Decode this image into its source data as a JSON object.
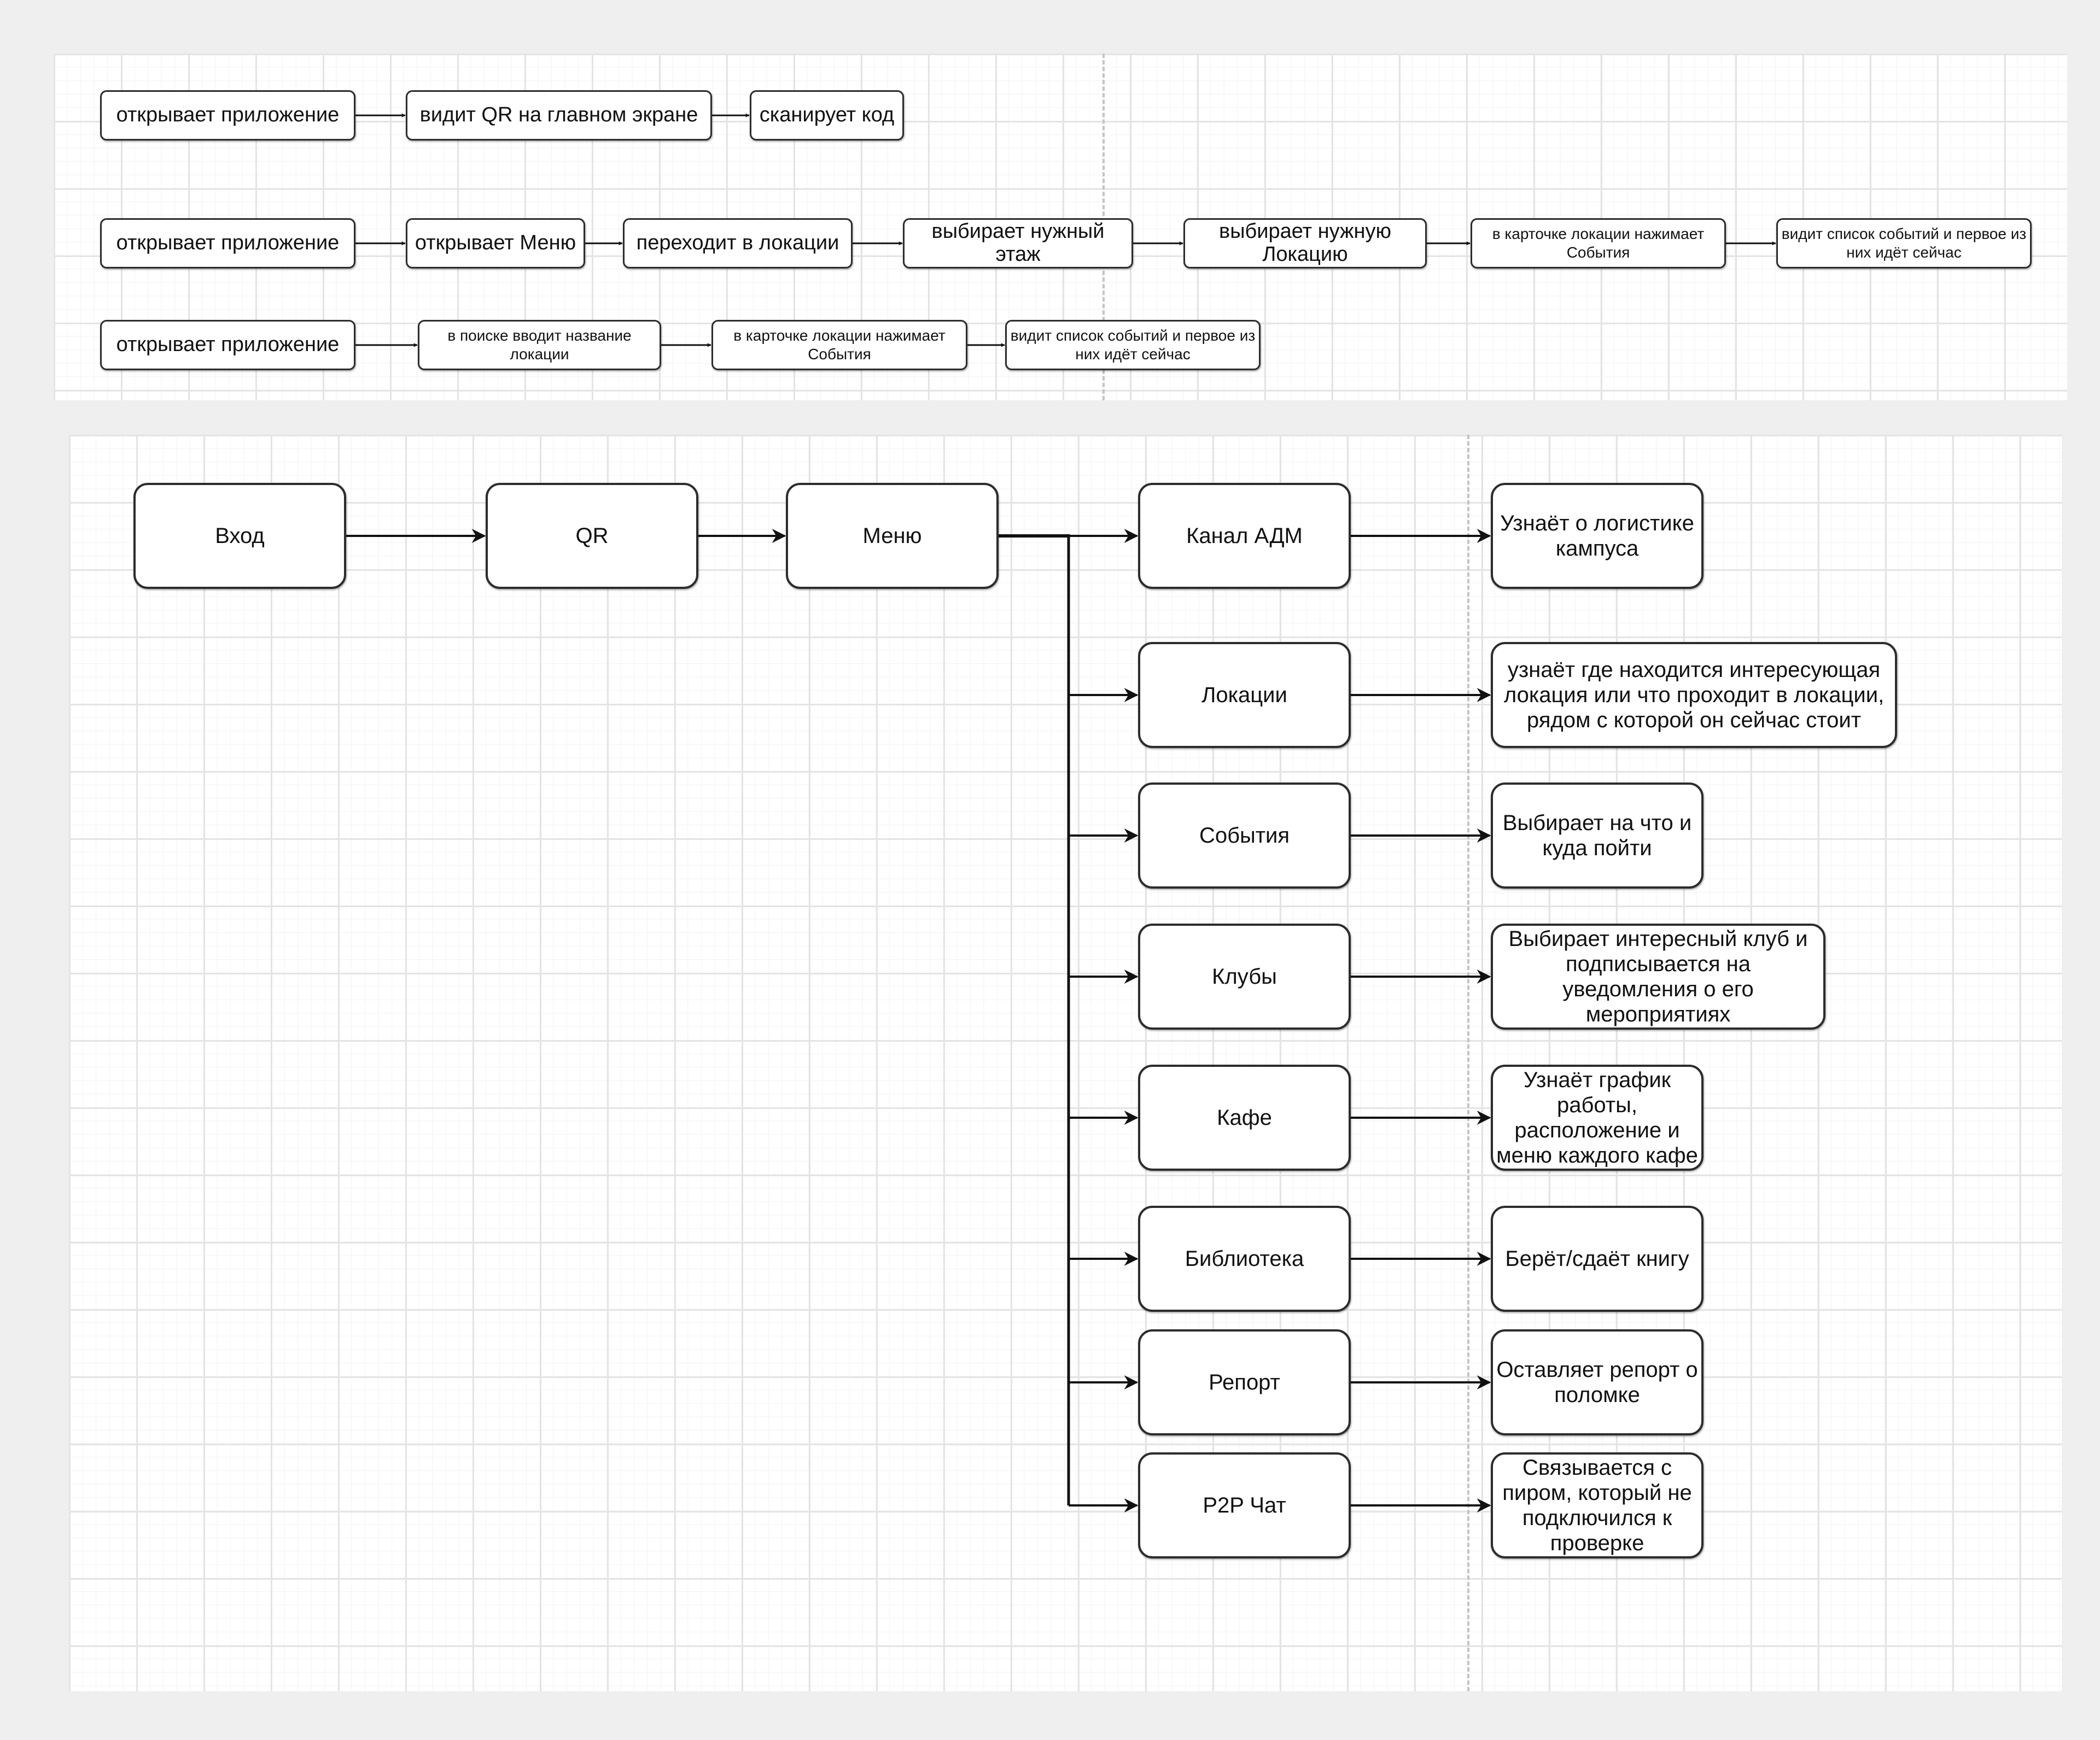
{
  "flows": {
    "flow1": [
      "открывает приложение",
      "видит QR на главном экране",
      "сканирует код"
    ],
    "flow2": [
      "открывает приложение",
      "открывает Меню",
      "переходит в локации",
      "выбирает нужный этаж",
      "выбирает нужную Локацию",
      "в карточке локации нажимает События",
      "видит список событий и первое из них идёт сейчас"
    ],
    "flow3": [
      "открывает приложение",
      "в поиске вводит название локации",
      "в карточке локации нажимает События",
      "видит список событий и первое из них идёт сейчас"
    ]
  },
  "main_path": [
    "Вход",
    "QR",
    "Меню"
  ],
  "menu_items": [
    {
      "label": "Канал АДМ",
      "outcome": "Узнаёт о логистике кампуса"
    },
    {
      "label": "Локации",
      "outcome": "узнаёт где находится интересующая локация или что проходит в локации, рядом с которой он сейчас стоит"
    },
    {
      "label": "События",
      "outcome": "Выбирает на что и куда пойти"
    },
    {
      "label": "Клубы",
      "outcome": "Выбирает интересный клуб и подписывается на уведомления о его мероприятиях"
    },
    {
      "label": "Кафе",
      "outcome": "Узнаёт график работы, расположение и меню каждого кафе"
    },
    {
      "label": "Библиотека",
      "outcome": "Берёт/сдаёт книгу"
    },
    {
      "label": "Репорт",
      "outcome": "Оставляет репорт о поломке"
    },
    {
      "label": "P2P Чат",
      "outcome": "Связывается с пиром, который не подключился к проверке"
    }
  ],
  "colors": {
    "page": "#efefef",
    "canvas": "#ffffff",
    "grid": "#e4e4e4",
    "border": "#2c2c2c",
    "text": "#111111",
    "connector": "#111111"
  }
}
